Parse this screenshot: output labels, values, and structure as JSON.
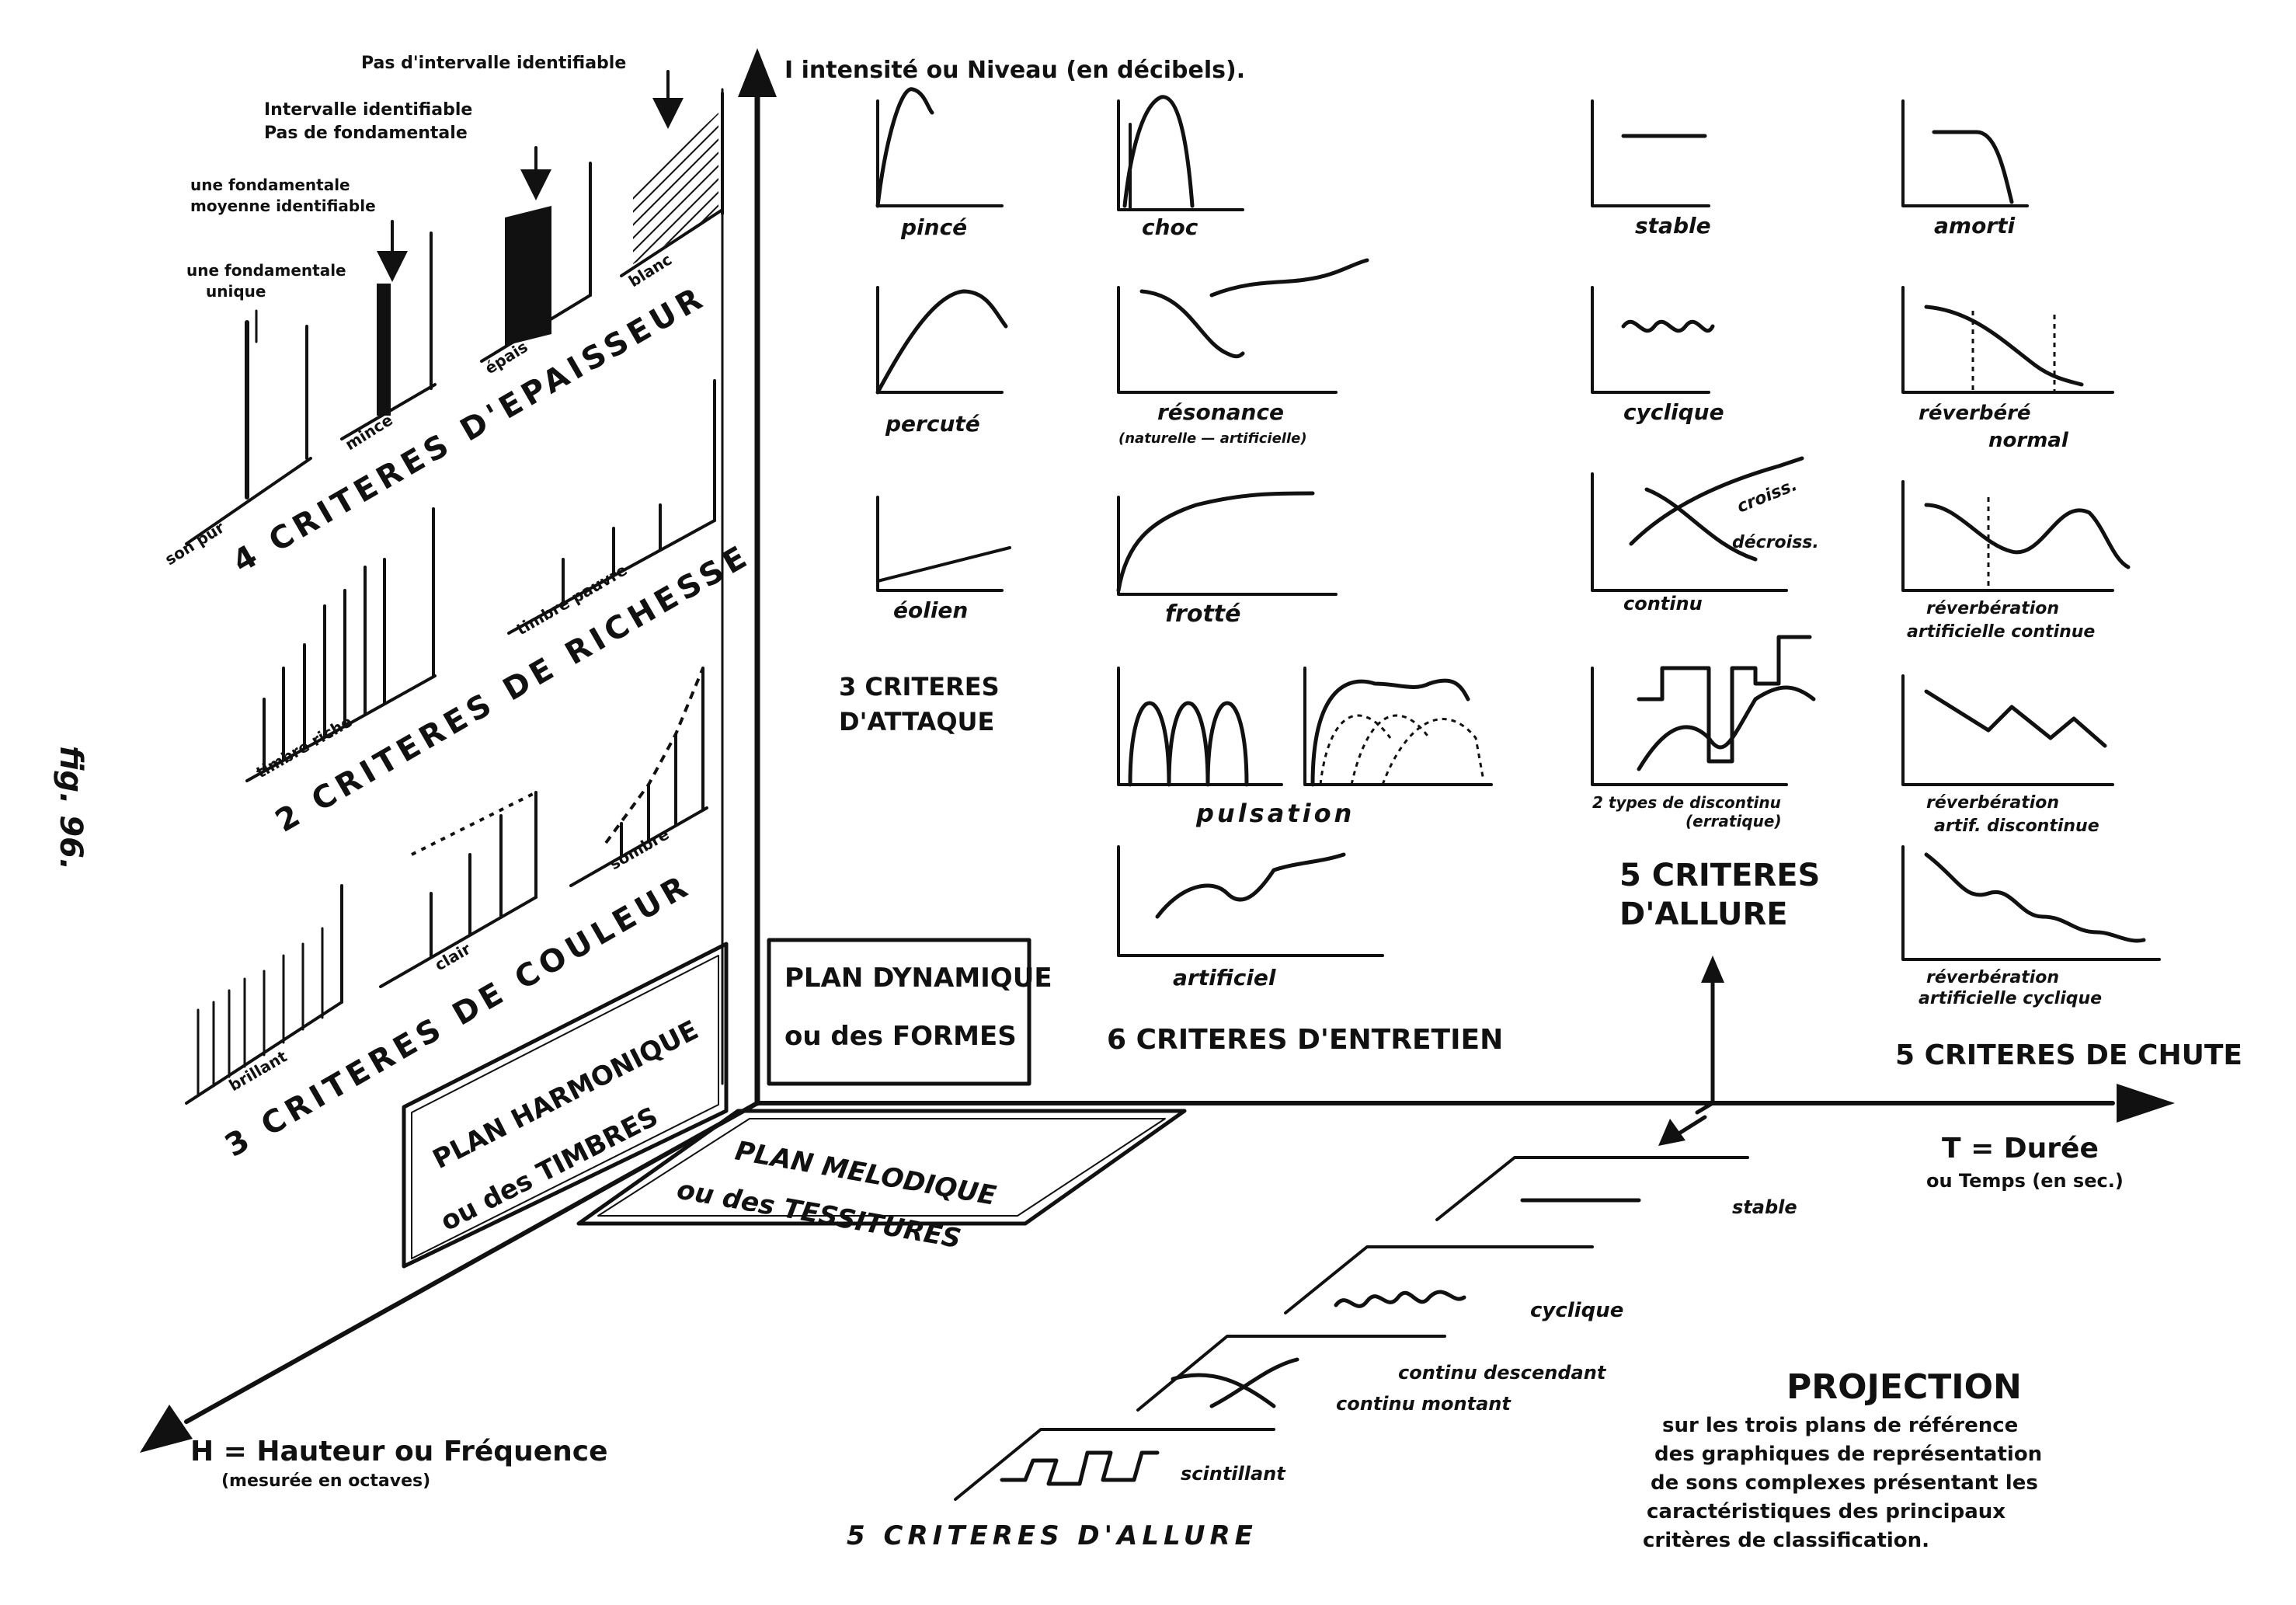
{
  "figure_label": "fig. 96.",
  "axes": {
    "intensity": "I intensité ou Niveau (en décibels).",
    "duration": "T = Durée",
    "duration_sub": "ou Temps (en sec.)",
    "pitch": "H = Hauteur ou Fréquence",
    "pitch_sub": "(mesurée en octaves)"
  },
  "planes": {
    "harmonic_1": "PLAN HARMONIQUE",
    "harmonic_2": "ou des TIMBRES",
    "dynamic_1": "PLAN DYNAMIQUE",
    "dynamic_2": "ou des FORMES",
    "melodic_1": "PLAN MELODIQUE",
    "melodic_2": "ou des TESSITURES"
  },
  "thickness": {
    "heading": "4 CRITERES D'EPAISSEUR",
    "ann_1_a": "Pas d'intervalle identifiable",
    "ann_2_a": "Intervalle identifiable",
    "ann_2_b": "Pas de fondamentale",
    "ann_3_a": "une fondamentale",
    "ann_3_b": "moyenne identifiable",
    "ann_4_a": "une fondamentale",
    "ann_4_b": "unique",
    "lbl_pur": "son pur",
    "lbl_mince": "mince",
    "lbl_epais": "épais",
    "lbl_blanc": "blanc"
  },
  "richness": {
    "heading": "2 CRITERES DE RICHESSE",
    "lbl_riche": "timbre riche",
    "lbl_pauvre": "timbre pauvre"
  },
  "color": {
    "heading": "3 CRITERES DE COULEUR",
    "lbl_brillant": "brillant",
    "lbl_clair": "clair",
    "lbl_sombre": "sombre"
  },
  "attack": {
    "heading_1": "3 CRITERES",
    "heading_2": "D'ATTAQUE",
    "pince": "pincé",
    "percute": "percuté",
    "eolien": "éolien"
  },
  "sustain": {
    "heading": "6 CRITERES D'ENTRETIEN",
    "choc": "choc",
    "resonance": "résonance",
    "resonance_sub": "(naturelle — artificielle)",
    "frotte": "frotté",
    "pulsation": "pulsation",
    "artificiel": "artificiel"
  },
  "allure": {
    "heading_1": "5 CRITERES",
    "heading_2": "D'ALLURE",
    "stable": "stable",
    "cyclique": "cyclique",
    "continu": "continu",
    "croissant": "croiss.",
    "decroissant": "décroiss.",
    "discontinu_1": "2 types de discontinu",
    "discontinu_2": "(erratique)"
  },
  "decay": {
    "heading": "5 CRITERES DE CHUTE",
    "amorti": "amorti",
    "reverbere": "réverbéré",
    "normal": "normal",
    "rev_cont_1": "réverbération",
    "rev_cont_2": "artificielle continue",
    "rev_disc_1": "réverbération",
    "rev_disc_2": "artif. discontinue",
    "rev_cyc_1": "réverbération",
    "rev_cyc_2": "artificielle cyclique"
  },
  "melodic_allure": {
    "stable": "stable",
    "cyclique": "cyclique",
    "continu_desc": "continu descendant",
    "continu_mont": "continu montant",
    "scintillant": "scintillant",
    "heading": "5 CRITERES D'ALLURE"
  },
  "projection": {
    "title": "PROJECTION",
    "line_1": "sur les trois plans de référence",
    "line_2": "des graphiques de représentation",
    "line_3": "de sons complexes présentant les",
    "line_4": "caractéristiques des principaux",
    "line_5": "critères de classification."
  },
  "axis_letters": {
    "I": "I",
    "T": "T",
    "H": "H"
  }
}
